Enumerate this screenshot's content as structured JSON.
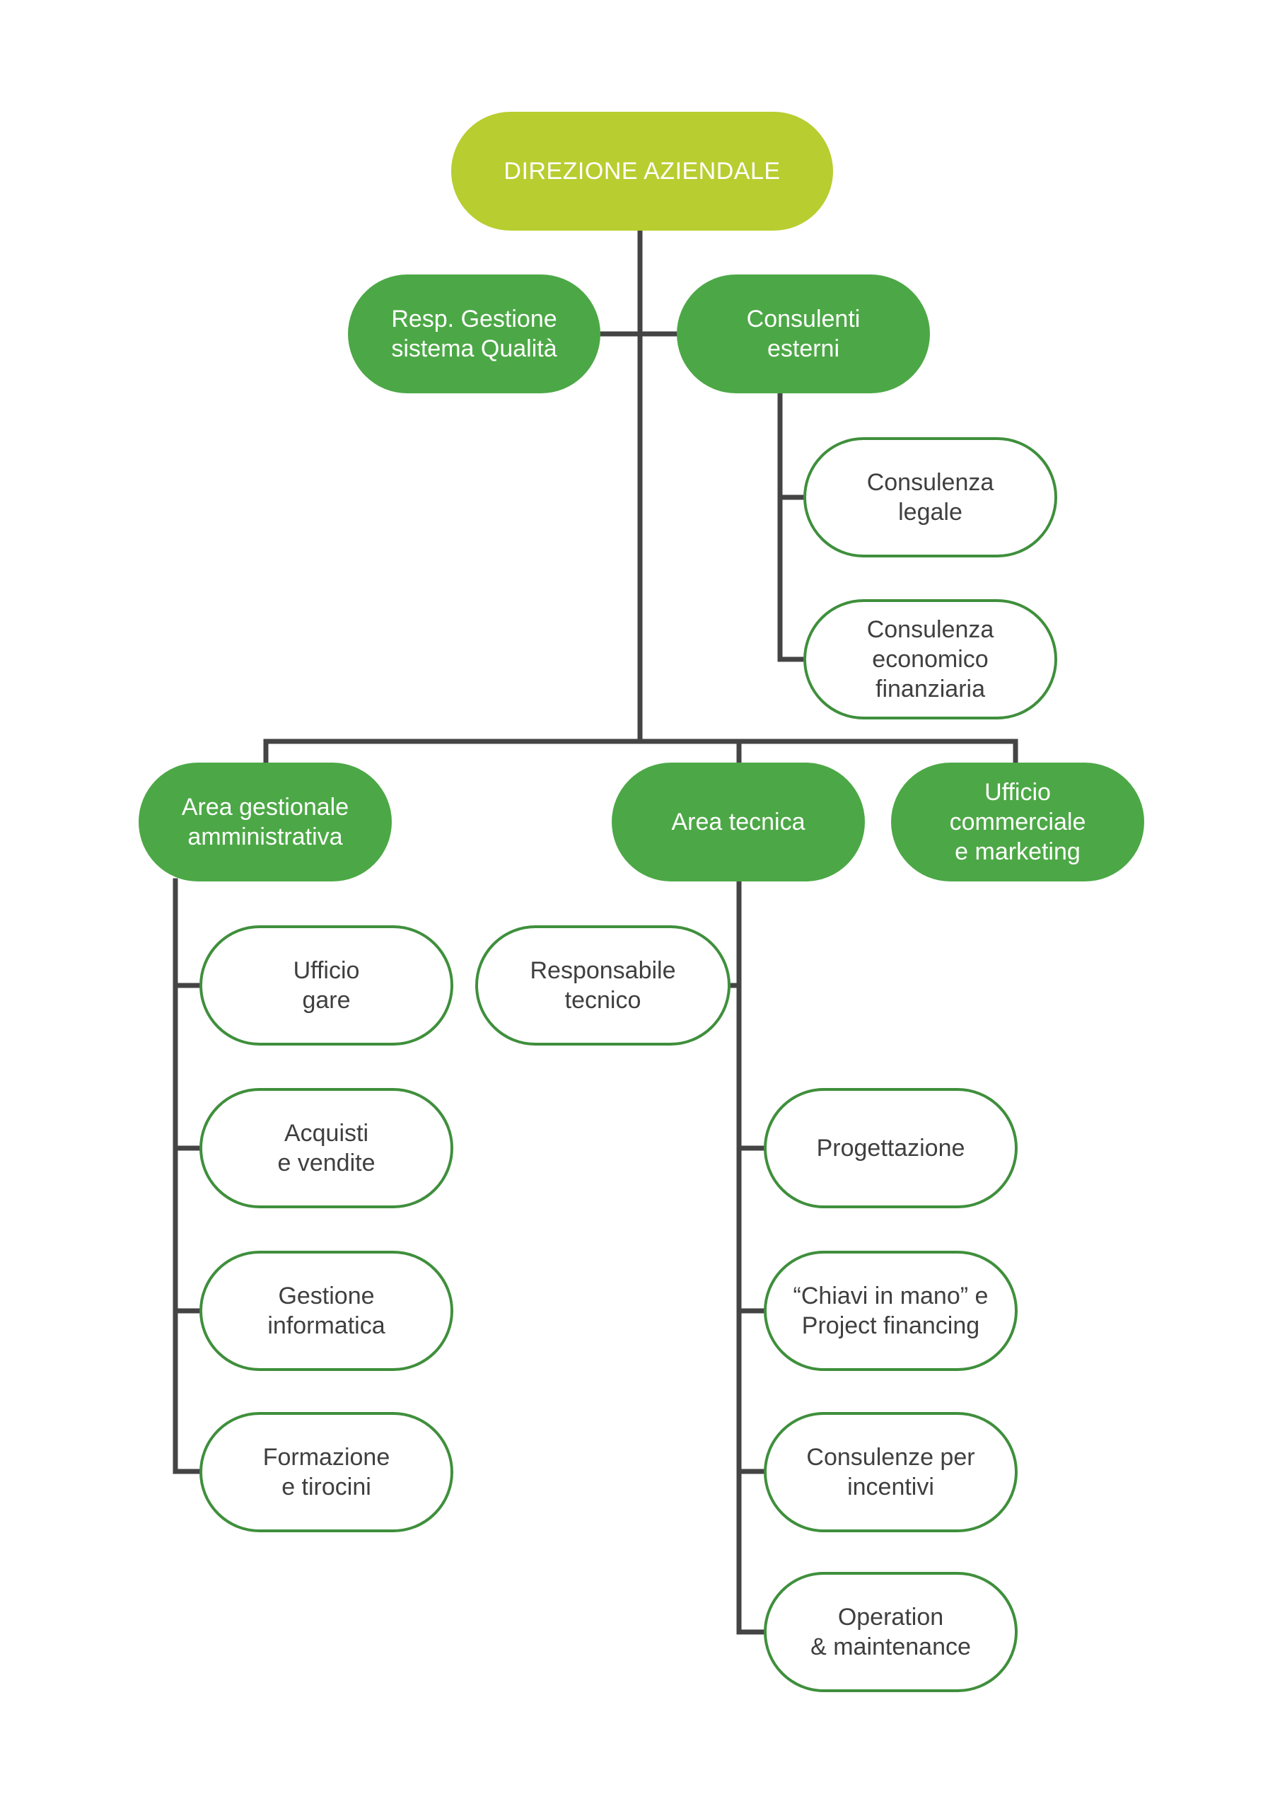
{
  "root": {
    "label": "DIREZIONE AZIENDALE"
  },
  "staff": {
    "quality": "Resp. Gestione\nsistema Qualità",
    "consultants": "Consulenti\nesterni"
  },
  "consultants_children": [
    "Consulenza\nlegale",
    "Consulenza\neconomico\nfinanziaria"
  ],
  "areas": {
    "admin": "Area gestionale\namministrativa",
    "technical": "Area tecnica",
    "commercial": "Ufficio\ncommerciale\ne marketing"
  },
  "admin_children": [
    "Ufficio\ngare",
    "Acquisti\ne vendite",
    "Gestione\ninformatica",
    "Formazione\ne tirocini"
  ],
  "technical_manager": "Responsabile\ntecnico",
  "technical_children": [
    "Progettazione",
    "“Chiavi in mano” e\nProject financing",
    "Consulenze per\nincentivi",
    "Operation\n& maintenance"
  ],
  "colors": {
    "root": "#b8cd2f",
    "filled": "#4ca846",
    "outline": "#3f8f3c",
    "connector": "#444444"
  }
}
